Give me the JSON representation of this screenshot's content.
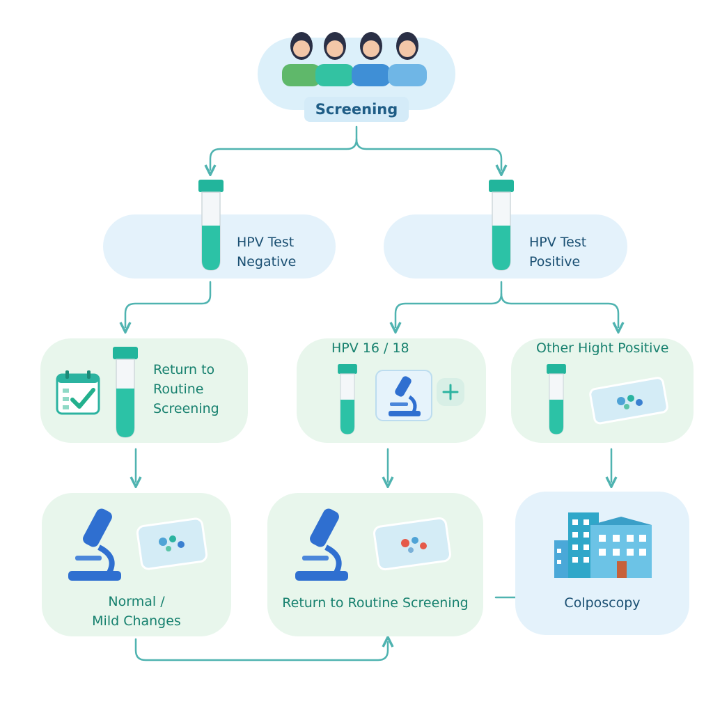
{
  "screening": {
    "label": "Screening"
  },
  "hpv_negative": {
    "line1": "HPV Test",
    "line2": "Negative"
  },
  "hpv_positive": {
    "line1": "HPV Test",
    "line2": "Positive"
  },
  "routine_1": {
    "line1": "Return to",
    "line2": "Routine",
    "line3": "Screening"
  },
  "hpv_16_18": {
    "label": "HPV 16 / 18"
  },
  "other_high": {
    "label": "Other Hight Positive"
  },
  "normal_mild": {
    "line1": "Normal /",
    "line2": "Mild Changes"
  },
  "routine_2": {
    "label": "Return to Routine Screening"
  },
  "colposcopy": {
    "label": "Colposcopy"
  },
  "colors": {
    "teal": "#2bb3a0",
    "arrow": "#4fb3b0",
    "box_green": "#e8f6ec",
    "box_blue": "#e4f2fb",
    "text_blue": "#1c5a7a"
  },
  "icons": [
    "women-group-icon",
    "test-tube-icon",
    "calendar-check-icon",
    "microscope-icon",
    "slide-icon",
    "plus-icon",
    "hospital-icon"
  ]
}
